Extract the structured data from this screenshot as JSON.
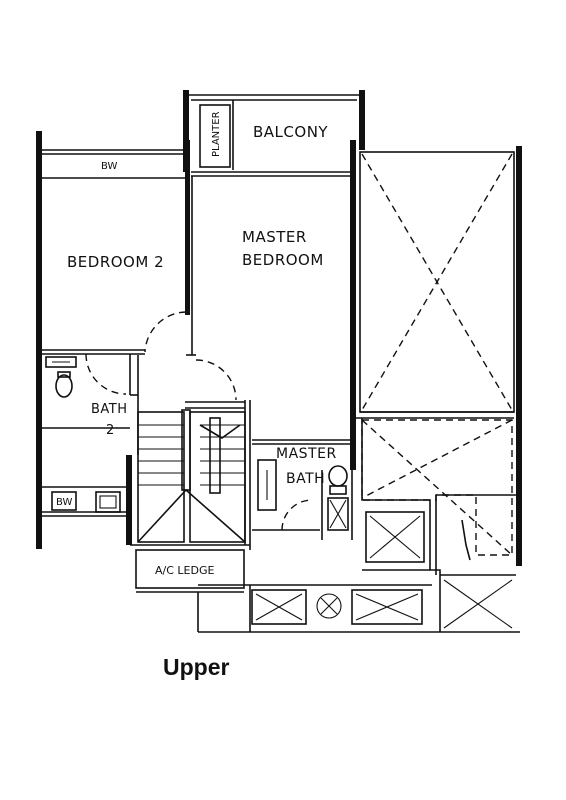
{
  "labels": {
    "planter": "PLANTER",
    "balcony": "BALCONY",
    "bw_top": "BW",
    "bedroom2": "BEDROOM 2",
    "master_line1": "MASTER",
    "master_line2": "BEDROOM",
    "bath_line1": "BATH",
    "bath_line2": "2",
    "master_bath_line1": "MASTER",
    "master_bath_line2": "BATH",
    "bw_bottom": "BW",
    "ac_ledge": "A/C LEDGE"
  },
  "caption": "Upper"
}
